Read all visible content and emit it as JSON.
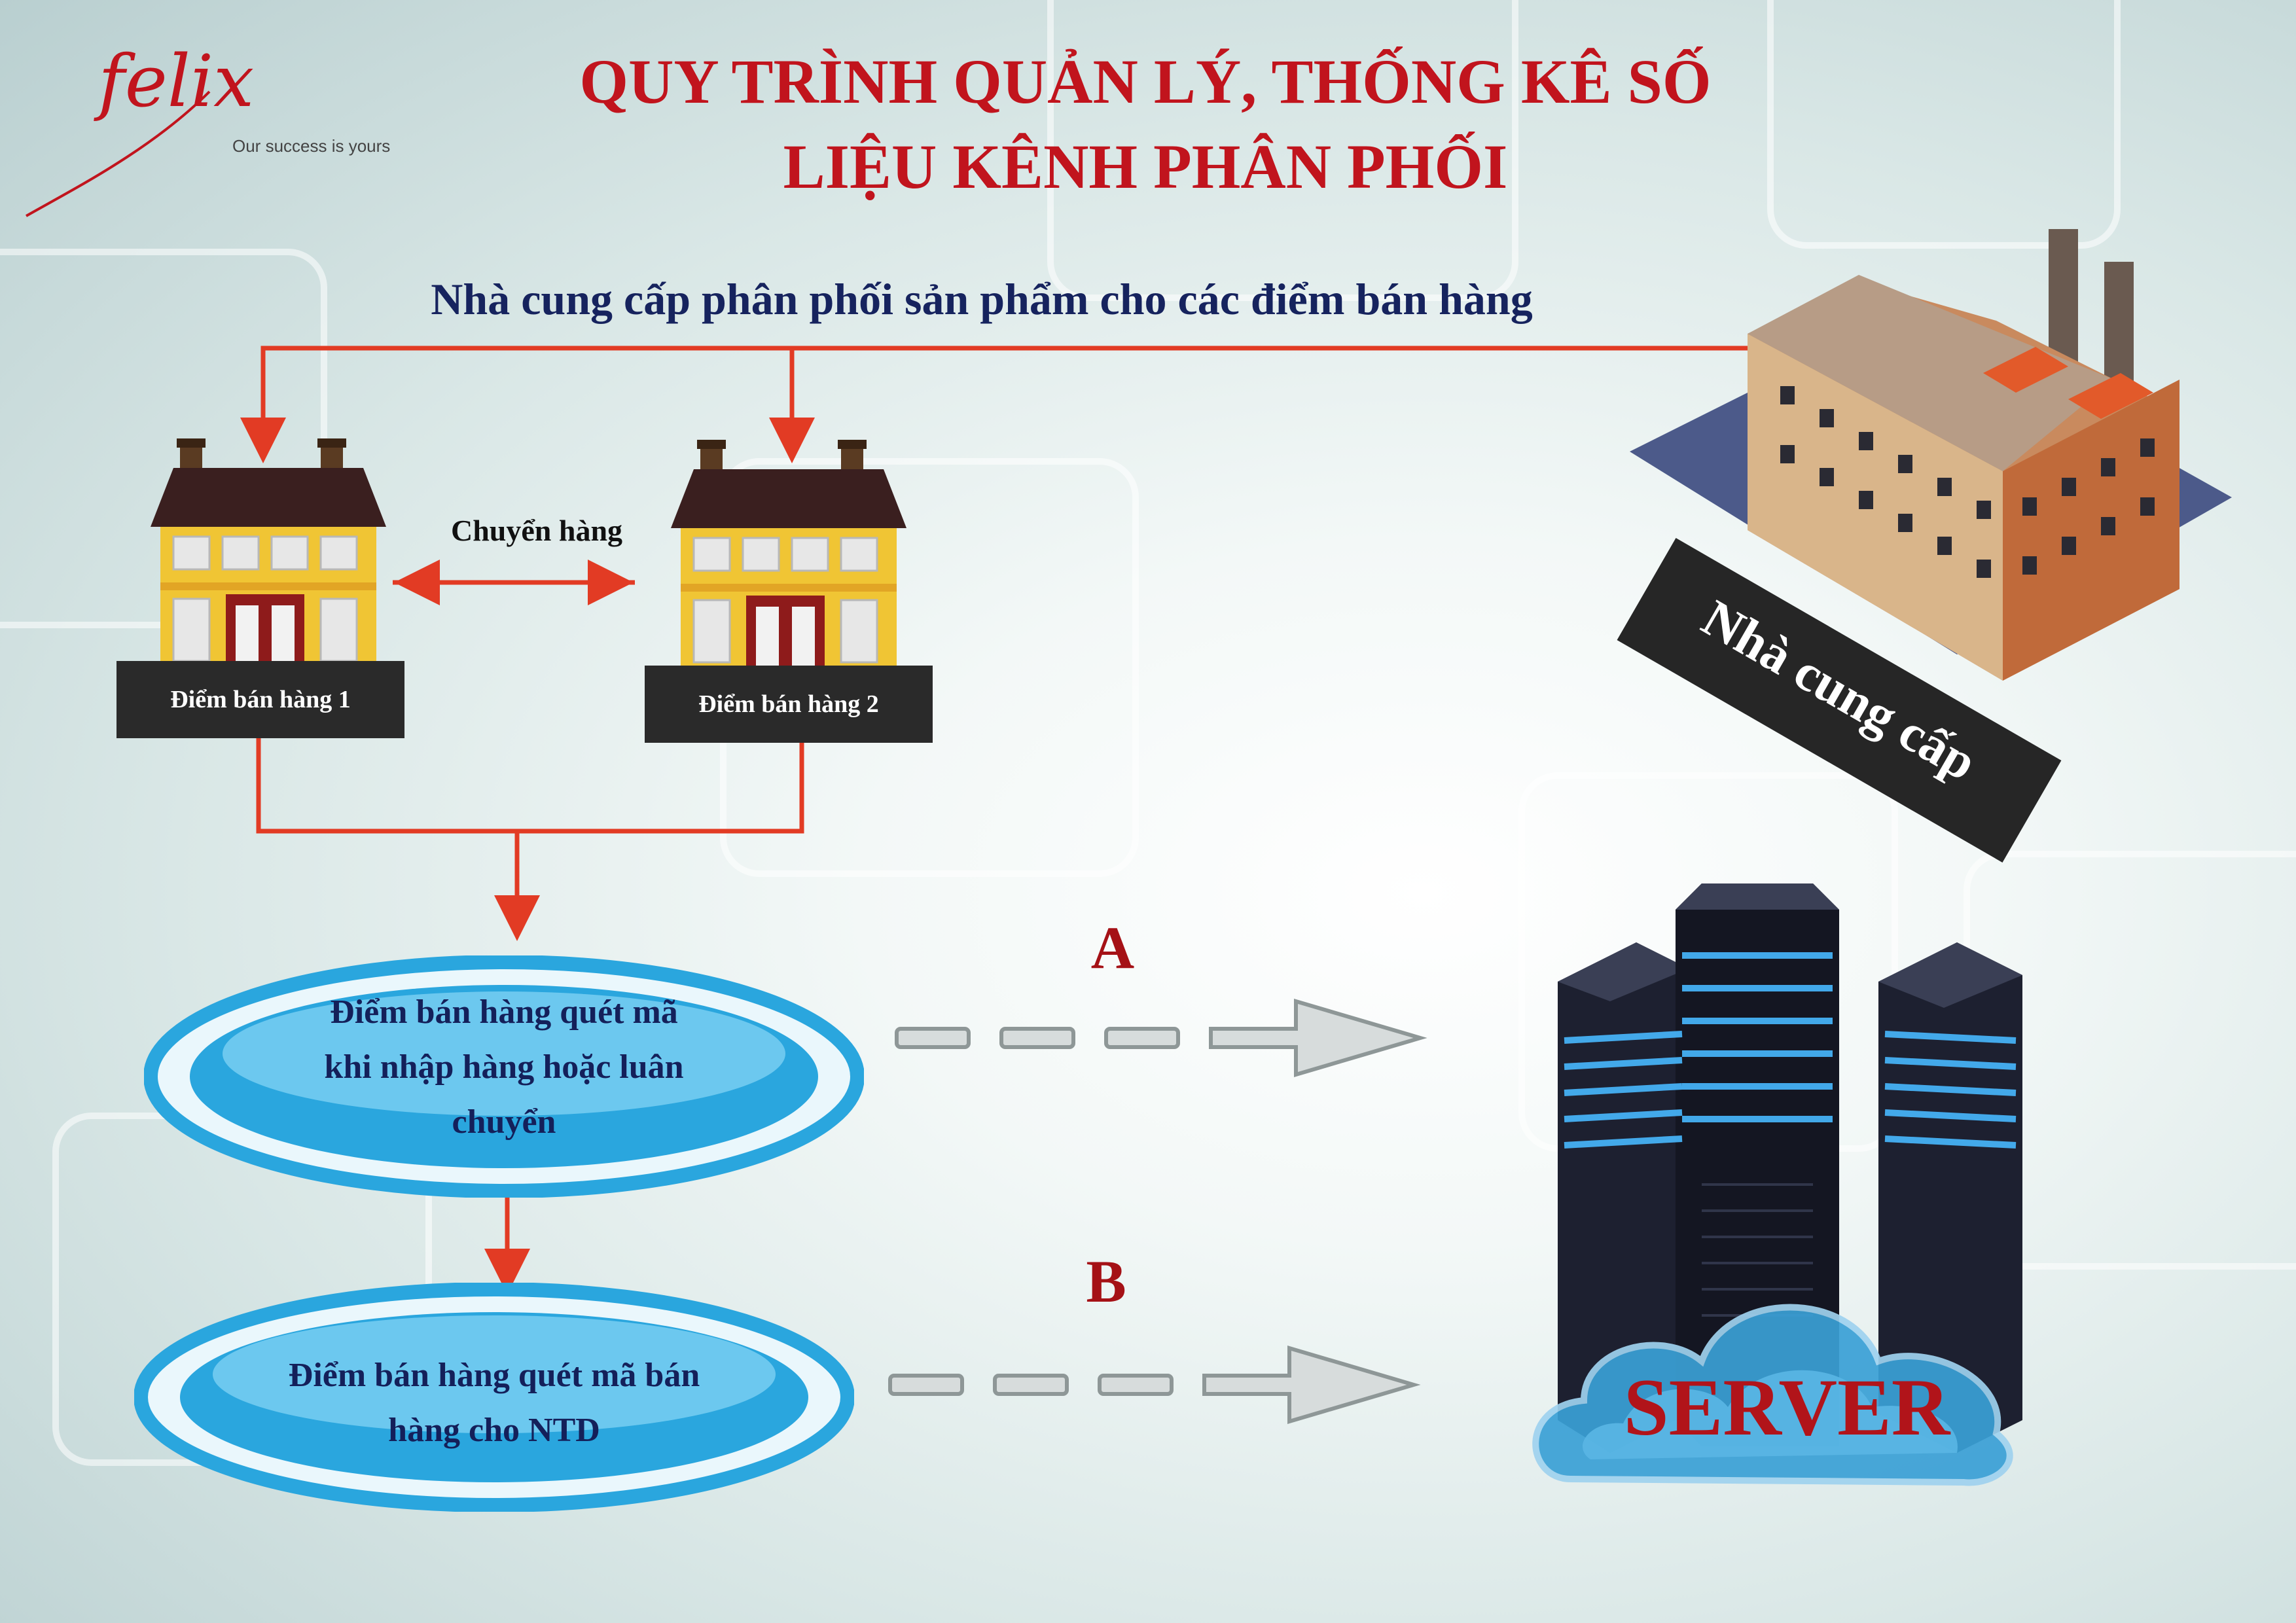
{
  "logo": {
    "word": "felix",
    "tagline": "Our success is yours"
  },
  "title": {
    "line1": "QUY TRÌNH QUẢN LÝ, THỐNG KÊ SỐ",
    "line2": "LIỆU KÊNH PHÂN PHỐI"
  },
  "flow_caption": "Nhà cung cấp phân phối sản phẩm cho các điểm bán hàng",
  "supplier": {
    "label": "Nhà cung cấp",
    "icon": "factory-icon"
  },
  "shops": [
    {
      "label": "Điểm bán hàng 1",
      "icon": "house-icon"
    },
    {
      "label": "Điểm bán hàng 2",
      "icon": "house-icon"
    }
  ],
  "transfer_label": "Chuyển hàng",
  "steps": [
    {
      "letter": "A",
      "lines": [
        "Điểm bán hàng quét mã",
        "khi nhập hàng hoặc luân",
        "chuyển"
      ]
    },
    {
      "letter": "B",
      "lines": [
        "Điểm bán hàng quét mã bán",
        "hàng cho NTD"
      ]
    }
  ],
  "server": {
    "label": "SERVER",
    "icon": "server-icon"
  },
  "colors": {
    "title": "#c1141d",
    "caption": "#16235e",
    "arrow": "#e23b24",
    "server_text": "#b1141a",
    "ellipse": "#2aa6de"
  }
}
